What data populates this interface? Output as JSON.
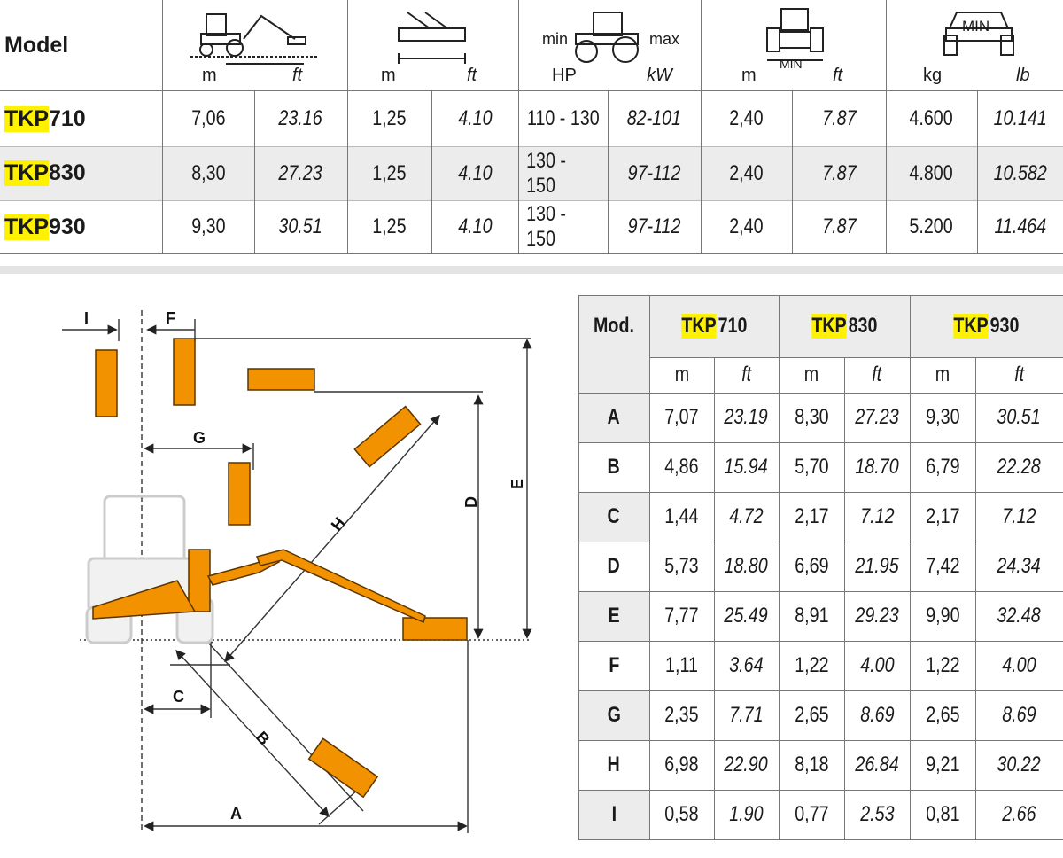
{
  "top_table": {
    "model_header": "Model",
    "icon_names": [
      "reach-icon",
      "width-icon",
      "tractor-power-icon",
      "tractor-width-icon",
      "tractor-weight-icon"
    ],
    "units": [
      "m",
      "ft",
      "m",
      "ft",
      "HP",
      "kW",
      "m",
      "ft",
      "kg",
      "lb"
    ],
    "power_min": "min",
    "power_max": "max",
    "width_min": "MIN",
    "weight_min": "MIN",
    "rows": [
      {
        "prefix": "TKP",
        "suffix": "710",
        "values": [
          "7,06",
          "23.16",
          "1,25",
          "4.10",
          "110 - 130",
          "82-101",
          "2,40",
          "7.87",
          "4.600",
          "10.141"
        ]
      },
      {
        "prefix": "TKP",
        "suffix": "830",
        "values": [
          "8,30",
          "27.23",
          "1,25",
          "4.10",
          "130 - 150",
          "97-112",
          "2,40",
          "7.87",
          "4.800",
          "10.582"
        ]
      },
      {
        "prefix": "TKP",
        "suffix": "930",
        "values": [
          "9,30",
          "30.51",
          "1,25",
          "4.10",
          "130 - 150",
          "97-112",
          "2,40",
          "7.87",
          "5.200",
          "11.464"
        ]
      }
    ]
  },
  "diagram": {
    "labels": {
      "I": "I",
      "F": "F",
      "G": "G",
      "H": "H",
      "D": "D",
      "E": "E",
      "C": "C",
      "B": "B",
      "A": "A"
    },
    "accent_color": "#f39200"
  },
  "dim_table": {
    "mod_header": "Mod.",
    "models": [
      {
        "prefix": "TKP",
        "suffix": "710"
      },
      {
        "prefix": "TKP",
        "suffix": "830"
      },
      {
        "prefix": "TKP",
        "suffix": "930"
      }
    ],
    "units": [
      "m",
      "ft",
      "m",
      "ft",
      "m",
      "ft"
    ],
    "rows": [
      {
        "label": "A",
        "values": [
          "7,07",
          "23.19",
          "8,30",
          "27.23",
          "9,30",
          "30.51"
        ]
      },
      {
        "label": "B",
        "values": [
          "4,86",
          "15.94",
          "5,70",
          "18.70",
          "6,79",
          "22.28"
        ]
      },
      {
        "label": "C",
        "values": [
          "1,44",
          "4.72",
          "2,17",
          "7.12",
          "2,17",
          "7.12"
        ]
      },
      {
        "label": "D",
        "values": [
          "5,73",
          "18.80",
          "6,69",
          "21.95",
          "7,42",
          "24.34"
        ]
      },
      {
        "label": "E",
        "values": [
          "7,77",
          "25.49",
          "8,91",
          "29.23",
          "9,90",
          "32.48"
        ]
      },
      {
        "label": "F",
        "values": [
          "1,11",
          "3.64",
          "1,22",
          "4.00",
          "1,22",
          "4.00"
        ]
      },
      {
        "label": "G",
        "values": [
          "2,35",
          "7.71",
          "2,65",
          "8.69",
          "2,65",
          "8.69"
        ]
      },
      {
        "label": "H",
        "values": [
          "6,98",
          "22.90",
          "8,18",
          "26.84",
          "9,21",
          "30.22"
        ]
      },
      {
        "label": "I",
        "values": [
          "0,58",
          "1.90",
          "0,77",
          "2.53",
          "0,81",
          "2.66"
        ]
      }
    ]
  }
}
